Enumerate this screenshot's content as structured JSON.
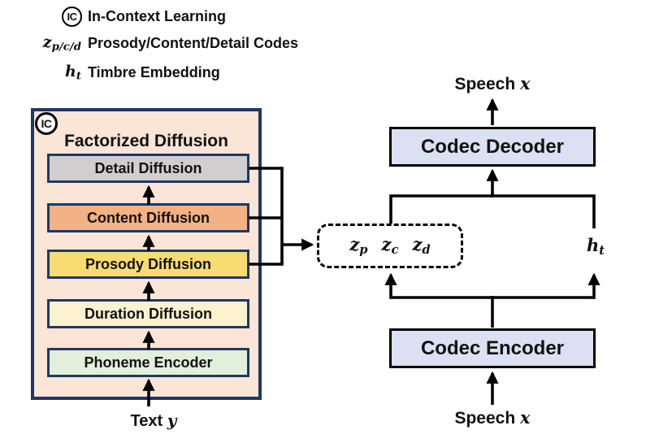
{
  "legend": {
    "ic": {
      "symbol": "IC",
      "label": "In-Context Learning"
    },
    "codes": {
      "base": "z",
      "sub": "p/c/d",
      "label": "Prosody/Content/Detail Codes"
    },
    "timbre": {
      "base": "h",
      "sub": "t",
      "label": "Timbre Embedding"
    }
  },
  "panel": {
    "badge": "IC",
    "title": "Factorized Diffusion",
    "blocks": [
      {
        "label": "Detail Diffusion",
        "color": "#d0cece"
      },
      {
        "label": "Content Diffusion",
        "color": "#f4b183"
      },
      {
        "label": "Prosody Diffusion",
        "color": "#f8db72"
      },
      {
        "label": "Duration Diffusion",
        "color": "#fdf2cf"
      },
      {
        "label": "Phoneme Encoder",
        "color": "#e2efda"
      }
    ],
    "input_label": {
      "text": "Text",
      "var": "y"
    }
  },
  "codes_box": {
    "tokens": [
      {
        "base": "z",
        "sub": "p"
      },
      {
        "base": "z",
        "sub": "c"
      },
      {
        "base": "z",
        "sub": "d"
      }
    ]
  },
  "timbre": {
    "base": "h",
    "sub": "t"
  },
  "codec": {
    "decoder_label": "Codec Decoder",
    "encoder_label": "Codec Encoder",
    "output_label": {
      "text": "Speech",
      "var": "x"
    },
    "input_label": {
      "text": "Speech",
      "var": "x"
    }
  },
  "colors": {
    "panel_bg": "#fbe5d6",
    "panel_border": "#1f3864",
    "codec_fill": "#dbe1f2",
    "line": "#000000"
  }
}
